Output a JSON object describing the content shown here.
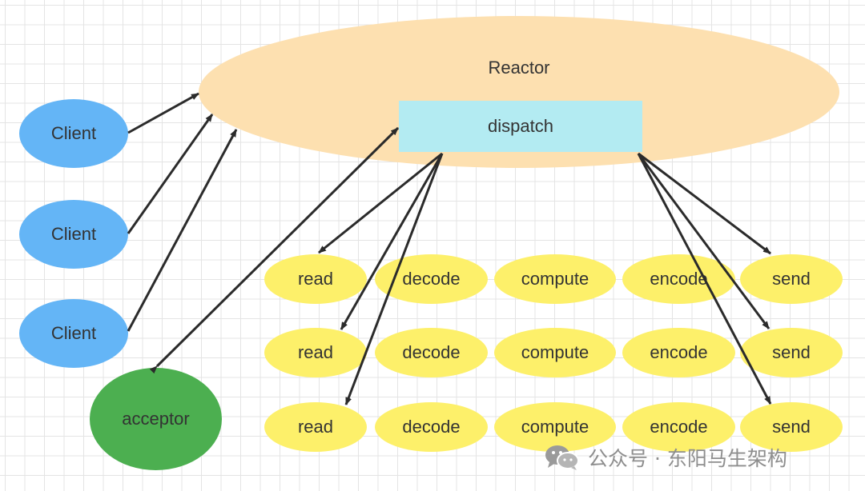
{
  "reactor": {
    "label": "Reactor",
    "dispatch_label": "dispatch"
  },
  "clients": [
    {
      "label": "Client"
    },
    {
      "label": "Client"
    },
    {
      "label": "Client"
    }
  ],
  "acceptor": {
    "label": "acceptor"
  },
  "task_rows": [
    [
      "read",
      "decode",
      "compute",
      "encode",
      "send"
    ],
    [
      "read",
      "decode",
      "compute",
      "encode",
      "send"
    ],
    [
      "read",
      "decode",
      "compute",
      "encode",
      "send"
    ]
  ],
  "watermark": {
    "text": "公众号 · 东阳马生架构"
  },
  "colors": {
    "reactor": "#fde0b0",
    "dispatch": "#b3ebf2",
    "client": "#64b5f6",
    "acceptor": "#4caf50",
    "task": "#fdf06a",
    "arrow": "#2b2b2b"
  }
}
